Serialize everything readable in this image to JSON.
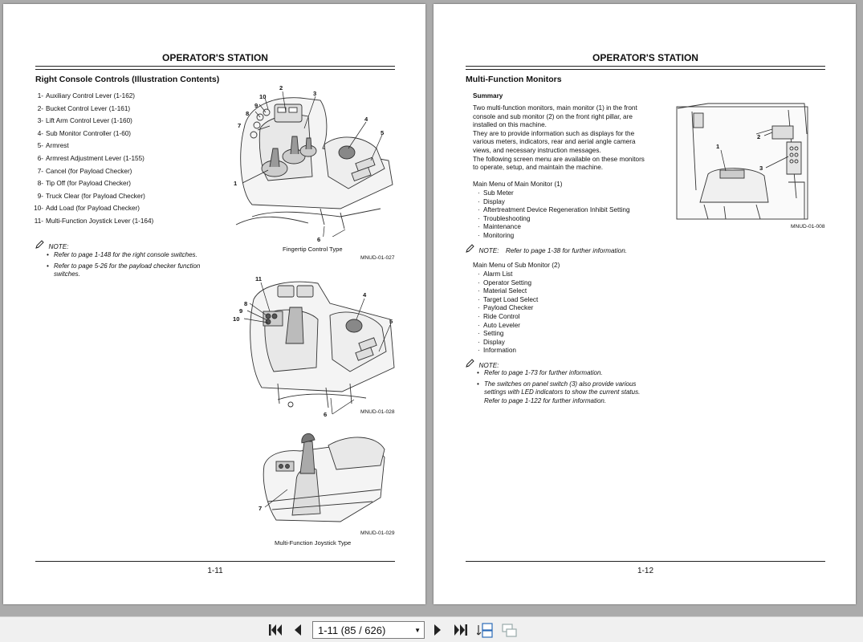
{
  "left_page": {
    "header": "OPERATOR'S STATION",
    "section_title": "Right Console Controls (Illustration Contents)",
    "items": [
      {
        "num": "1-",
        "label": "Auxiliary Control Lever (1-162)"
      },
      {
        "num": "2-",
        "label": "Bucket Control Lever (1-161)"
      },
      {
        "num": "3-",
        "label": "Lift Arm Control Lever (1-160)"
      },
      {
        "num": "4-",
        "label": "Sub Monitor Controller (1-60)"
      },
      {
        "num": "5-",
        "label": "Armrest"
      },
      {
        "num": "6-",
        "label": "Armrest Adjustment Lever (1-155)"
      },
      {
        "num": "7-",
        "label": "Cancel (for Payload Checker)"
      },
      {
        "num": "8-",
        "label": "Tip Off (for Payload Checker)"
      },
      {
        "num": "9-",
        "label": "Truck Clear (for Payload Checker)"
      },
      {
        "num": "10-",
        "label": "Add Load (for Payload Checker)"
      },
      {
        "num": "11-",
        "label": "Multi-Function Joystick Lever (1-164)"
      }
    ],
    "note_label": "NOTE:",
    "notes": [
      "Refer to page 1-148 for the right console switches.",
      "Refer to page 5-26 for the payload checker function switches."
    ],
    "figures": [
      {
        "caption": "Fingertip Control Type",
        "code": "MNUD-01-027",
        "callouts": [
          "1",
          "2",
          "3",
          "4",
          "5",
          "6",
          "7",
          "8",
          "9",
          "10"
        ]
      },
      {
        "caption": "",
        "code": "MNUD-01-028",
        "callouts": [
          "11",
          "8",
          "9",
          "10",
          "4",
          "5",
          "6"
        ]
      },
      {
        "caption": "Multi-Function Joystick Type",
        "code": "MNUD-01-029",
        "callouts": [
          "7"
        ]
      }
    ],
    "page_number": "1-11"
  },
  "right_page": {
    "header": "OPERATOR'S STATION",
    "section_title": "Multi-Function Monitors",
    "summary_title": "Summary",
    "summary_lines": [
      "Two multi-function monitors, main monitor (1) in the front",
      "console and sub monitor (2) on the front right pillar, are",
      "installed on this machine.",
      "They are to provide information such as displays for the",
      "various meters, indicators, rear and aerial angle camera",
      "views, and necessary instruction messages.",
      "The following screen menu are available on these monitors",
      "to operate, setup, and maintain the machine."
    ],
    "main_menu_title": "Main Menu of Main Monitor (1)",
    "main_menu_items": [
      "Sub Meter",
      "Display",
      "Aftertreatment Device Regeneration Inhibit Setting",
      "Troubleshooting",
      "Maintenance",
      "Monitoring"
    ],
    "note1_label": "NOTE:",
    "note1_text": "Refer to page 1-38 for further information.",
    "sub_menu_title": "Main Menu of Sub Monitor (2)",
    "sub_menu_items": [
      "Alarm List",
      "Operator Setting",
      "Material Select",
      "Target Load Select",
      "Payload Checker",
      "Ride Control",
      "Auto Leveler",
      "Setting",
      "Display",
      "Information"
    ],
    "note2_label": "NOTE:",
    "notes2": [
      "Refer to page 1-73 for further information.",
      "The switches on panel switch (3) also provide various settings with LED indicators to show the current status. Refer to page 1-122 for further information."
    ],
    "figure": {
      "code": "MNUD-01-008",
      "callouts": [
        "1",
        "2",
        "3"
      ]
    },
    "page_number": "1-12"
  },
  "toolbar": {
    "page_select_value": "1-11 (85 / 626)",
    "icons": [
      "first-page-icon",
      "previous-page-icon",
      "next-page-icon",
      "last-page-icon",
      "continuous-view-icon",
      "single-view-icon"
    ]
  }
}
